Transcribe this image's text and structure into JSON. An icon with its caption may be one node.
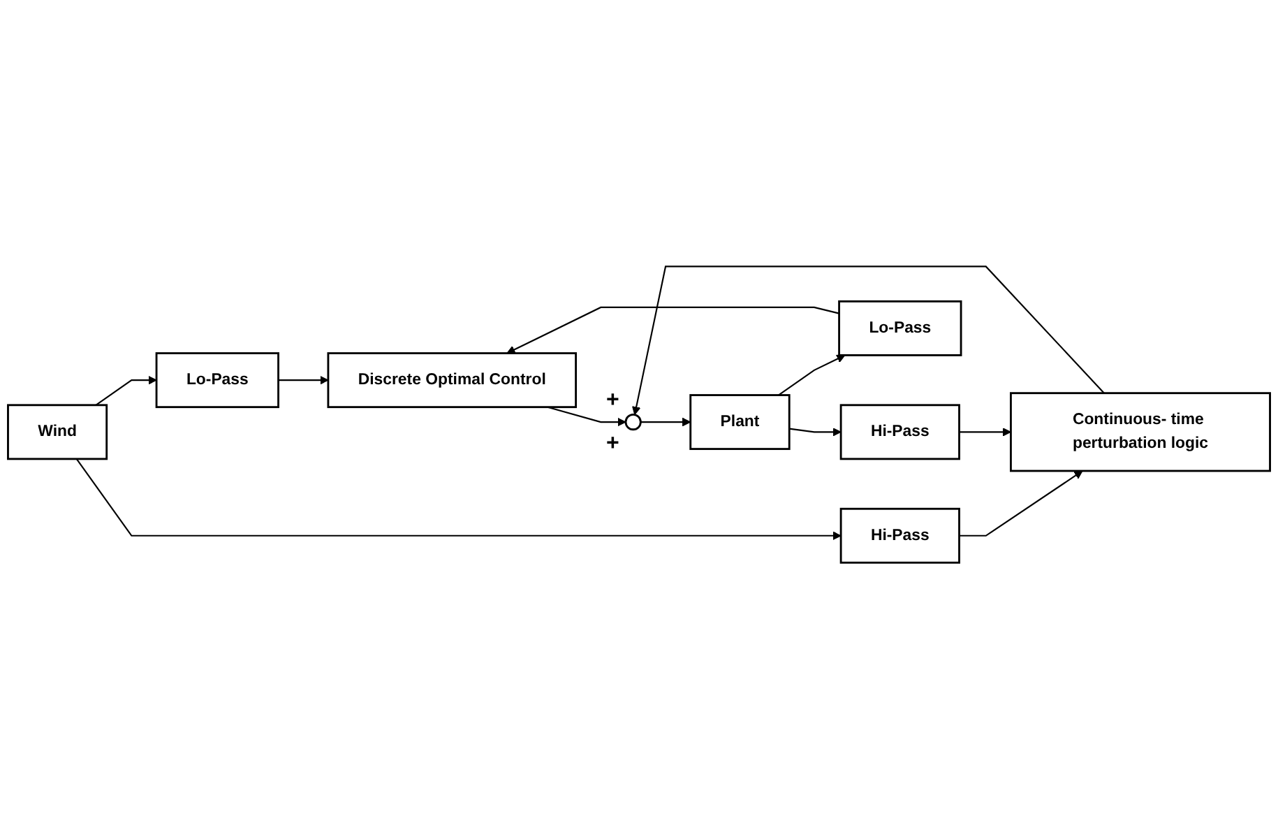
{
  "diagram": {
    "nodes": [
      {
        "text": [
          "Wind"
        ]
      },
      {
        "text": [
          "Lo-Pass"
        ]
      },
      {
        "text": [
          "Discrete Optimal Control"
        ]
      },
      {
        "text": [
          "Hi-Pass"
        ]
      },
      {
        "text": [
          "Continuous- time perturbation logic"
        ]
      },
      {
        "text": [],
        "shape": "circle",
        "beside": [
          "+",
          "+"
        ]
      },
      {
        "text": [
          "Plant"
        ]
      },
      {
        "text": [
          "Lo-Pass"
        ]
      },
      {
        "text": [
          "Hi-Pass"
        ]
      }
    ],
    "edges": [
      {
        "from": 0,
        "to": 1,
        "arrow": "to"
      },
      {
        "from": 0,
        "to": 3,
        "arrow": "to"
      },
      {
        "from": 1,
        "to": 2,
        "arrow": "to"
      },
      {
        "from": 3,
        "to": 4,
        "arrow": "to"
      },
      {
        "from": 2,
        "to": 5,
        "arrow": "to"
      },
      {
        "from": 4,
        "to": 5,
        "arrow": "to"
      },
      {
        "from": 5,
        "to": 6,
        "arrow": "to"
      },
      {
        "from": 6,
        "to": 7,
        "arrow": "to"
      },
      {
        "from": 6,
        "to": 8,
        "arrow": "to"
      },
      {
        "from": 7,
        "to": 2,
        "arrow": "to"
      },
      {
        "from": 8,
        "to": 4,
        "arrow": "to"
      }
    ]
  }
}
